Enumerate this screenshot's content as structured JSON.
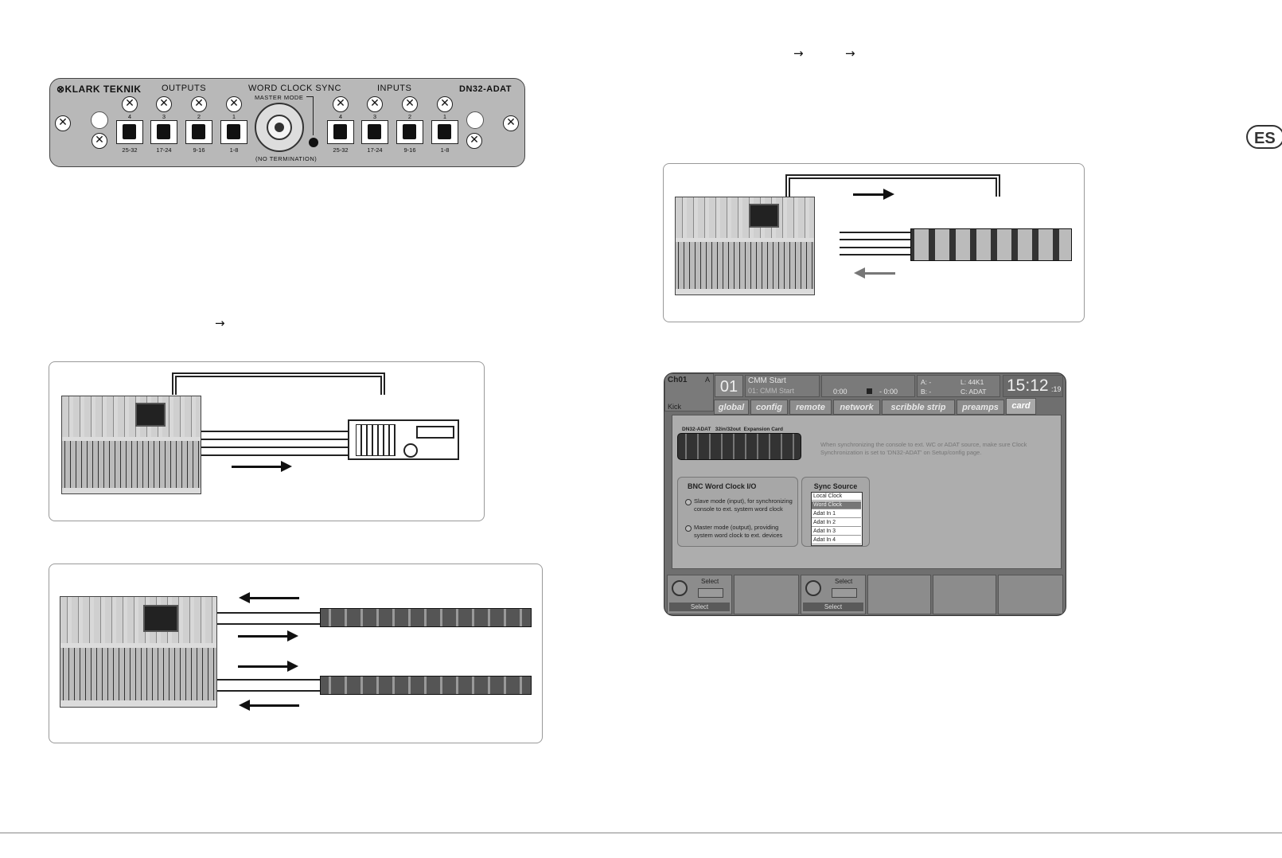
{
  "lang_badge": "ES",
  "arrows": {
    "top_right": "→           →",
    "mid_left": "→"
  },
  "card_panel": {
    "brand": "⊗KLARK TEKNIK",
    "model": "DN32-ADAT",
    "outputs_label": "OUTPUTS",
    "inputs_label": "INPUTS",
    "sync_label": "WORD CLOCK SYNC",
    "master_mode": "MASTER MODE",
    "no_termination": "(NO TERMINATION)",
    "port_numbers": [
      "4",
      "3",
      "2",
      "1"
    ],
    "channel_ranges": [
      "25-32",
      "17-24",
      "9-16",
      "1-8"
    ]
  },
  "console_ui": {
    "channel": "Ch01",
    "bus": "A",
    "channel_name": "Kick",
    "scene_number": "01",
    "scene_title": "CMM Start",
    "scene_sub": "01: CMM Start",
    "time_a": "0:00",
    "time_b": "- 0:00",
    "status": {
      "a": "A:  -",
      "b": "B:  -",
      "l": "L: 44K1",
      "c": "C: ADAT"
    },
    "clock_main": "15:12",
    "clock_sec": ":19",
    "tabs": [
      "global",
      "config",
      "remote",
      "network",
      "scribble strip",
      "preamps",
      "card"
    ],
    "active_tab": "card",
    "card_title": "DN32-ADAT   32in/32out  Expansion Card",
    "info_text": "When synchronizing the console to ext. WC or ADAT source, make sure Clock Synchronization is set to 'DN32-ADAT' on Setup/config page.",
    "bnc_title": "BNC Word Clock I/O",
    "slave_text": "Slave mode (input), for synchronizing console to ext. system word clock",
    "master_text": "Master mode (output), providing system word clock to ext. devices",
    "sync_title": "Sync Source",
    "sync_options": [
      "Local Clock",
      "Word Clock",
      "Adat In 1",
      "Adat In 2",
      "Adat In 3",
      "Adat In 4"
    ],
    "sync_selected_index": 1,
    "select_label": "Select",
    "select_bar_label": "Select"
  }
}
